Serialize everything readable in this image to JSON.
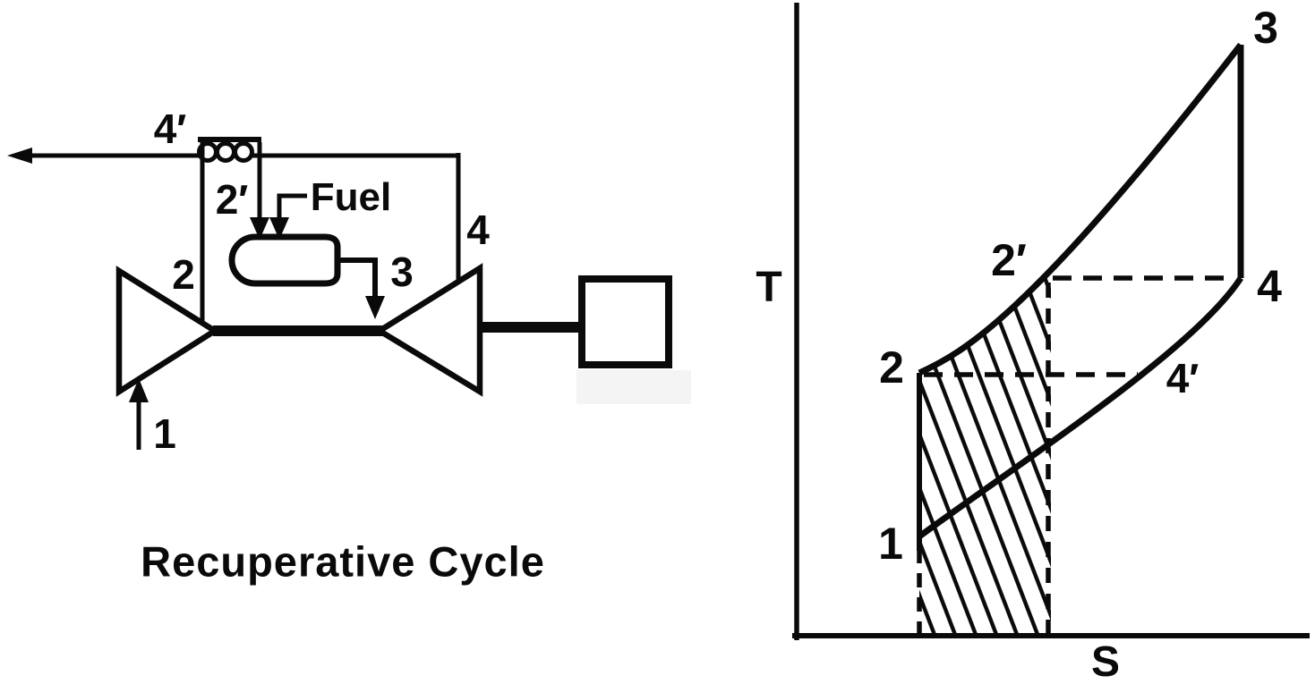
{
  "canvas": {
    "background": "#ffffff",
    "ink": "#0a0a0a"
  },
  "schematic": {
    "caption": "Recuperative Cycle",
    "fuel_label": "Fuel",
    "states": {
      "s1": "1",
      "s2": "2",
      "s2p": "2′",
      "s3": "3",
      "s4": "4",
      "s4p": "4′"
    }
  },
  "ts_diagram": {
    "y_axis_label": "T",
    "x_axis_label": "S",
    "states": {
      "s1": "1",
      "s2": "2",
      "s2p": "2′",
      "s3": "3",
      "s4": "4",
      "s4p": "4′"
    }
  }
}
